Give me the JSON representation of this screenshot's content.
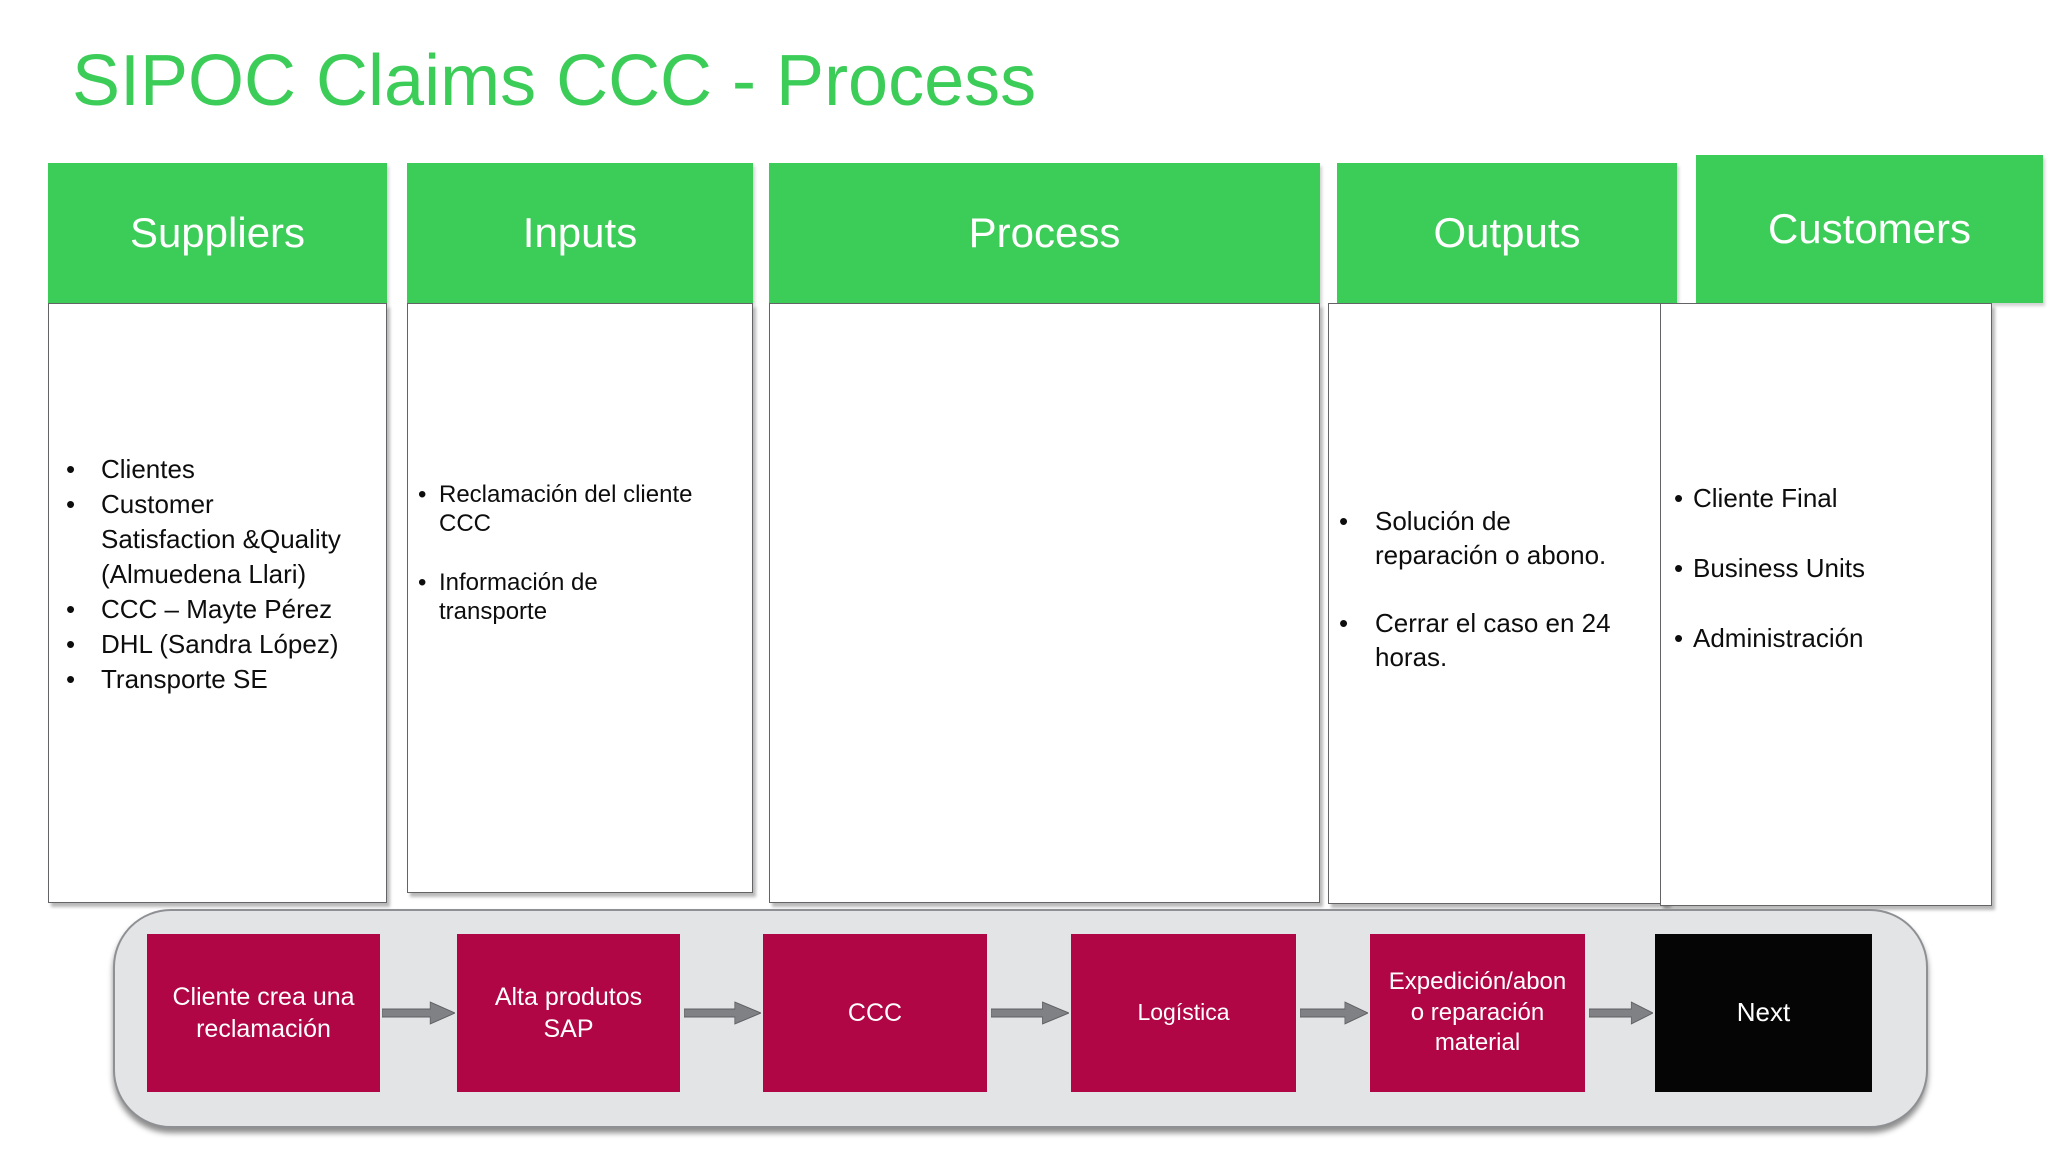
{
  "title": "SIPOC Claims CCC - Process",
  "colors": {
    "title_green": "#3CCC58",
    "header_green": "#3CCC58",
    "step_crimson": "#B10646",
    "next_black": "#050505",
    "band_gray": "#E3E4E6",
    "arrow_gray": "#7F8184"
  },
  "columns": [
    {
      "header": "Suppliers",
      "items": [
        "Clientes",
        "Customer\nSatisfaction &Quality\n(Almuedena Llari)",
        "CCC – Mayte Pérez",
        "DHL (Sandra López)",
        "Transporte SE"
      ]
    },
    {
      "header": "Inputs",
      "items": [
        "Reclamación del cliente\nCCC",
        "Información de\ntransporte"
      ]
    },
    {
      "header": "Process",
      "items": []
    },
    {
      "header": "Outputs",
      "items": [
        "Solución de\nreparación o abono.",
        "Cerrar el caso en 24\nhoras."
      ]
    },
    {
      "header": "Customers",
      "items": [
        "Cliente Final",
        "Business Units",
        "Administración"
      ]
    }
  ],
  "flow": {
    "bullet_char": "•",
    "steps": [
      {
        "label": "Cliente crea una\nreclamación"
      },
      {
        "label": "Alta produtos\nSAP"
      },
      {
        "label": "CCC"
      },
      {
        "label": "Logística"
      },
      {
        "label": "Expedición/abon\no reparación\nmaterial"
      },
      {
        "label": "Next"
      }
    ]
  }
}
